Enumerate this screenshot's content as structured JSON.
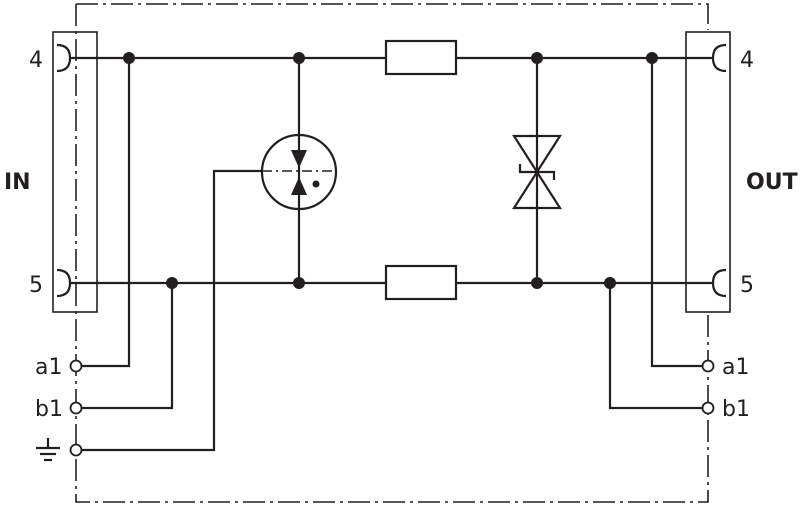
{
  "labels": {
    "in": "IN",
    "out": "OUT",
    "in_pin_top": "4",
    "in_pin_bottom": "5",
    "out_pin_top": "4",
    "out_pin_bottom": "5",
    "term_a1_left": "a1",
    "term_b1_left": "b1",
    "term_a1_right": "a1",
    "term_b1_right": "b1"
  },
  "icons": {
    "ground": "ground-icon",
    "gas_discharge_tube": "gas-discharge-tube-icon",
    "tvs_diode": "bidirectional-tvs-diode-icon",
    "resistor": "resistor-icon"
  },
  "colors": {
    "line": "#231f20",
    "background": "#ffffff"
  }
}
